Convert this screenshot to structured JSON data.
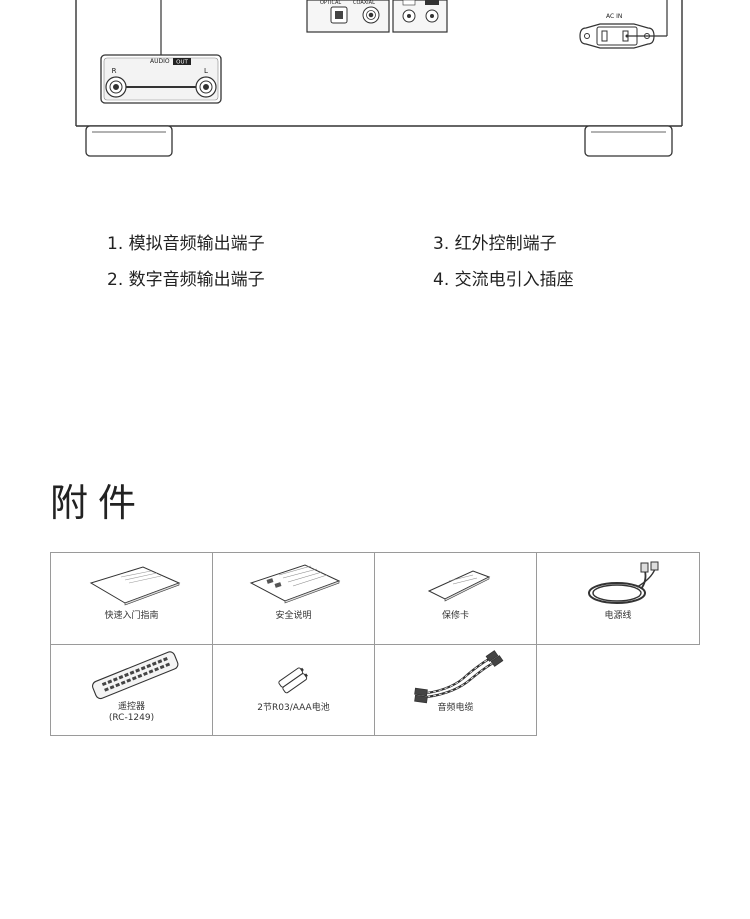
{
  "rear_panel": {
    "audio_out_label": "AUDIO",
    "audio_out_badge": "OUT",
    "channel_right": "R",
    "channel_left": "L",
    "optical_label": "OPTICAL",
    "coaxial_label": "COAXIAL",
    "ac_in_label": "AC IN"
  },
  "connector_legend": [
    {
      "number": "1.",
      "text": "模拟音频输出端子"
    },
    {
      "number": "2.",
      "text": "数字音频输出端子"
    },
    {
      "number": "3.",
      "text": "红外控制端子"
    },
    {
      "number": "4.",
      "text": "交流电引入插座"
    }
  ],
  "accessories": {
    "title": "附件",
    "items": [
      {
        "label": "快速入门指南",
        "icon": "quick-start-guide-icon"
      },
      {
        "label": "安全说明",
        "icon": "safety-instructions-icon"
      },
      {
        "label": "保修卡",
        "icon": "warranty-card-icon"
      },
      {
        "label": "电源线",
        "icon": "power-cord-icon"
      },
      {
        "label": "遥控器",
        "sublabel": "(RC-1249)",
        "icon": "remote-control-icon"
      },
      {
        "label": "2节R03/AAA电池",
        "icon": "battery-icon"
      },
      {
        "label": "音频电缆",
        "icon": "audio-cable-icon"
      }
    ]
  },
  "colors": {
    "line": "#333333",
    "grid_border": "#9a9a9a",
    "text": "#222222"
  }
}
